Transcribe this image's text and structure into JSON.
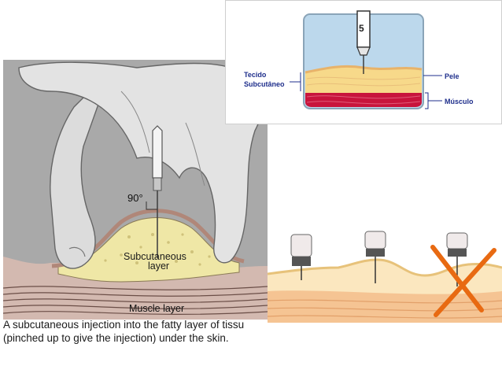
{
  "pinch_diagram": {
    "angle_label": "90°",
    "subcutaneous_label_line1": "Subcutaneous",
    "subcutaneous_label_line2": "layer",
    "muscle_label": "Muscle layer"
  },
  "pt_diagram": {
    "syringe_mark": "5",
    "label_tissue_line1": "Tecido",
    "label_tissue_line2": "Subcutâneo",
    "label_skin": "Pele",
    "label_muscle": "Músculo"
  },
  "caption": {
    "line1": "A subcutaneous injection into the fatty layer of  tissu",
    "line2": "(pinched up to give the injection) under the skin."
  },
  "colors": {
    "background_grey": "#a8a8a8",
    "fat_yellow": "#efe7a6",
    "skin_pink": "#e6b7ae",
    "muscle_red": "#c8143c",
    "label_blue": "#1f2f8c",
    "cross_orange": "#e86a12"
  }
}
